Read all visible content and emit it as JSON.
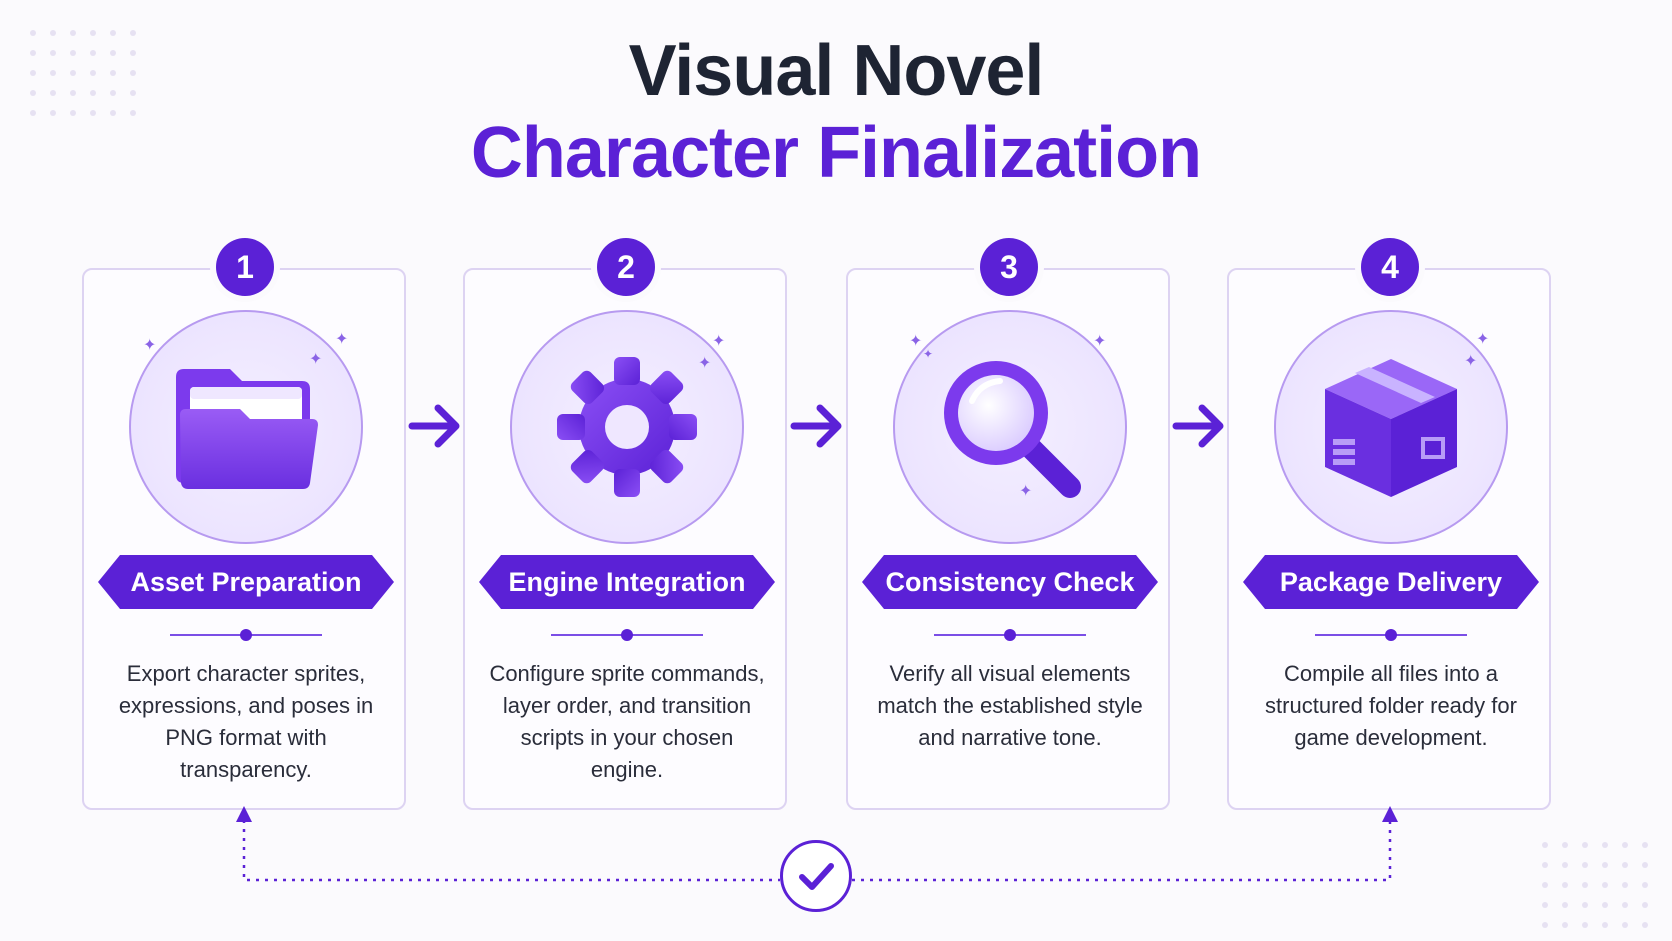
{
  "title": {
    "line1": "Visual Novel",
    "line2": "Character Finalization"
  },
  "colors": {
    "accent": "#5b21d6",
    "title_dark": "#1e2433",
    "card_border": "#ddd3f2"
  },
  "steps": [
    {
      "number": "1",
      "icon": "folder-icon",
      "label": "Asset Preparation",
      "description": "Export character sprites, expressions, and poses in PNG format with transparency."
    },
    {
      "number": "2",
      "icon": "gear-icon",
      "label": "Engine Integration",
      "description": "Configure sprite commands, layer order, and transition scripts in your chosen engine."
    },
    {
      "number": "3",
      "icon": "magnifying-glass-icon",
      "label": "Consistency Check",
      "description": "Verify all visual elements match the established style and narrative tone."
    },
    {
      "number": "4",
      "icon": "package-box-icon",
      "label": "Package Delivery",
      "description": "Compile all files into a structured folder ready for game development."
    }
  ],
  "connectors": [
    "arrow-right-icon",
    "arrow-right-icon",
    "arrow-right-icon"
  ],
  "feedback_loop": {
    "icon": "checkmark-icon"
  }
}
